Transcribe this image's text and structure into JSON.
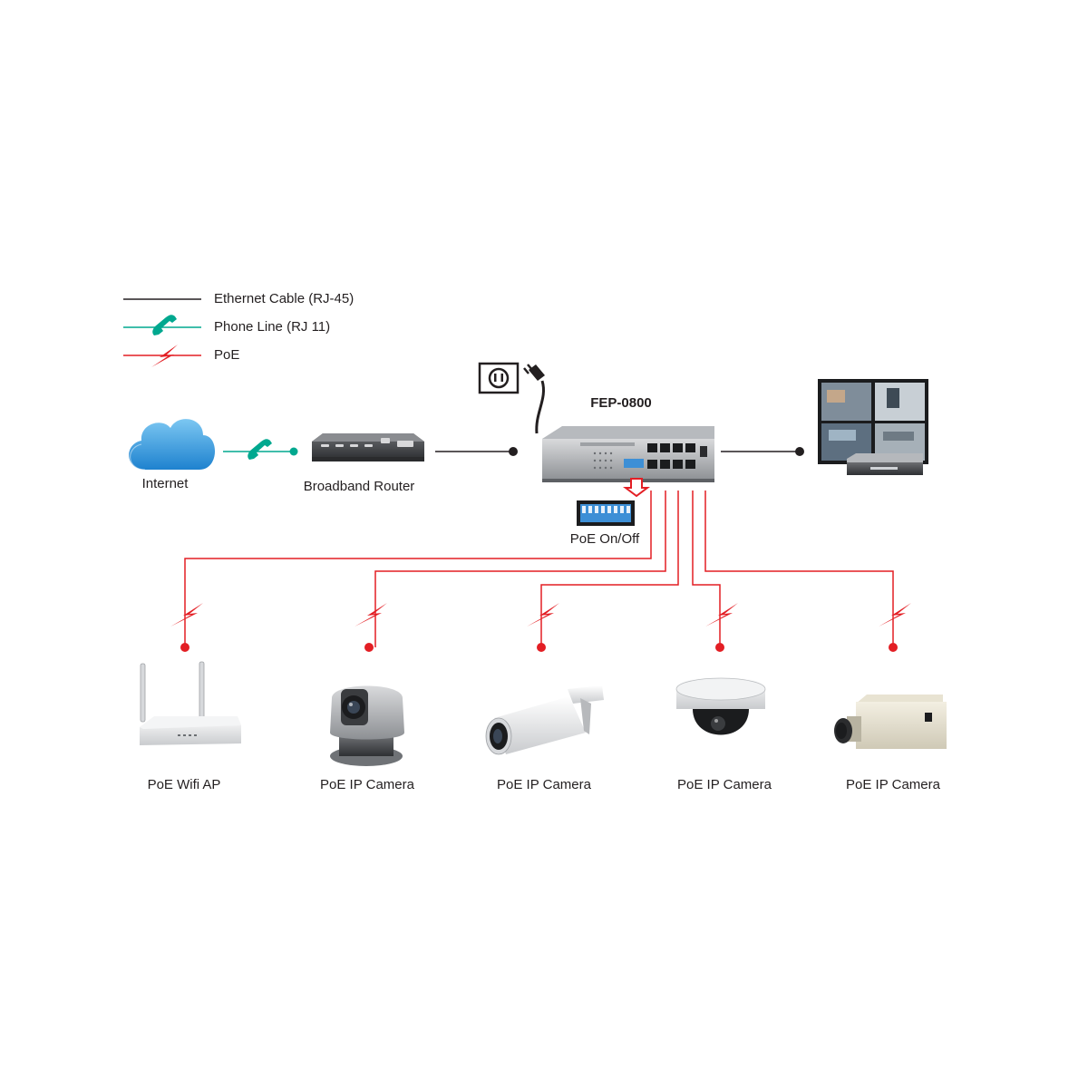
{
  "legend": {
    "ethernet": "Ethernet Cable (RJ-45)",
    "phone": "Phone Line (RJ 11)",
    "poe": "PoE"
  },
  "nodes": {
    "internet": "Internet",
    "router": "Broadband Router",
    "switch": "FEP-0800",
    "poe_switch": "PoE On/Off"
  },
  "devices": [
    {
      "label": "PoE Wifi AP",
      "icon": "wifi-ap-icon"
    },
    {
      "label": "PoE IP Camera",
      "icon": "ptz-camera-icon"
    },
    {
      "label": "PoE IP Camera",
      "icon": "bullet-camera-icon"
    },
    {
      "label": "PoE IP Camera",
      "icon": "dome-camera-icon"
    },
    {
      "label": "PoE IP Camera",
      "icon": "box-camera-icon"
    }
  ],
  "colors": {
    "ethernet": "#231f20",
    "phone": "#00a88f",
    "poe": "#e31e24",
    "cloud": "#2f9be0"
  }
}
